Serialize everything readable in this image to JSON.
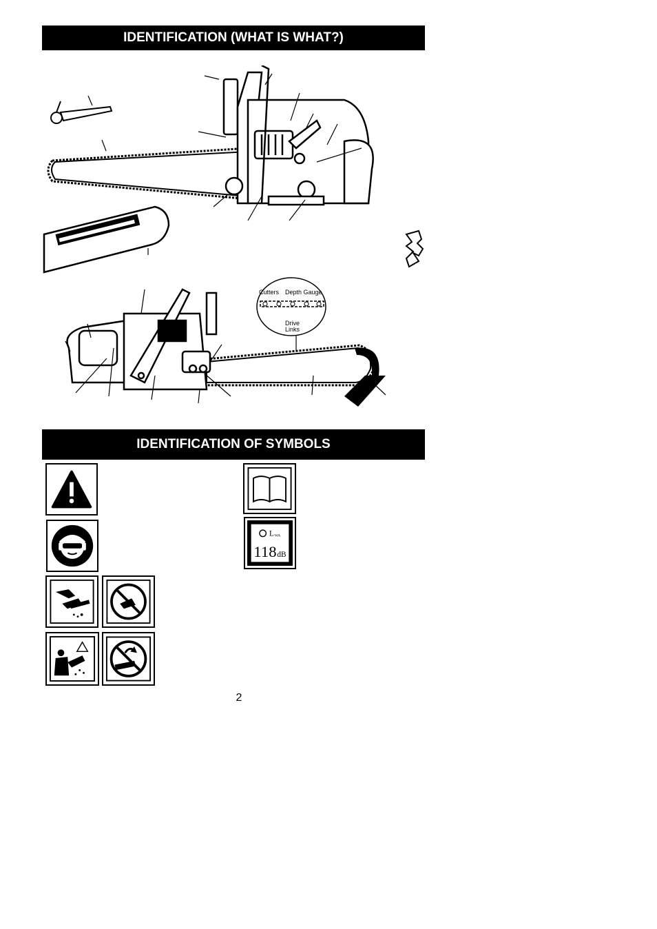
{
  "sections": {
    "identification_title": "IDENTIFICATION  (WHAT IS WHAT?)",
    "symbols_title": "IDENTIFICATION OF SYMBOLS"
  },
  "chain_callout": {
    "cutters": "Cutters",
    "depth_gauge": "Depth Gauge",
    "drive_links_1": "Drive",
    "drive_links_2": "Links"
  },
  "symbols": {
    "sound_label": "L",
    "sound_sub": "WA",
    "sound_value": "118",
    "sound_unit": "dB"
  },
  "page_number": "2"
}
